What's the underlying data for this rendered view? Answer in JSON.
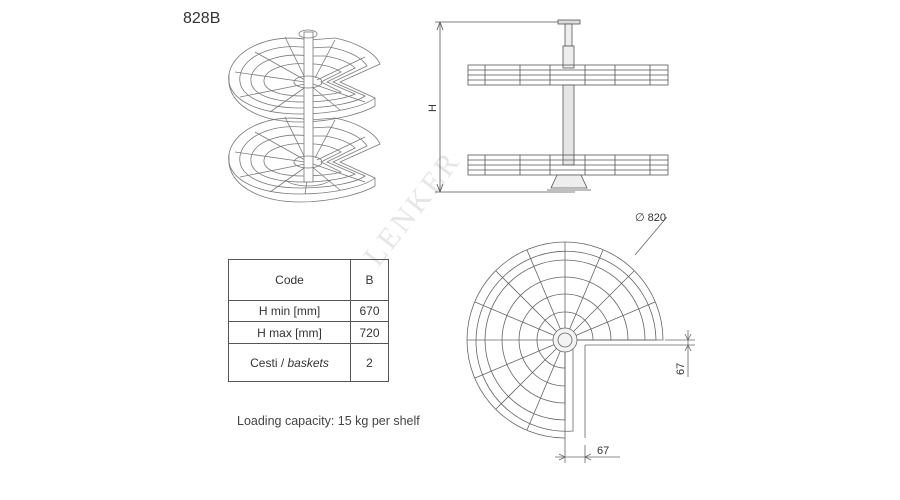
{
  "model_code": "828B",
  "watermark": "LENKER",
  "side_view": {
    "height_label": "H"
  },
  "top_view": {
    "diameter_label": "∅ 820",
    "bottom_gap_label": "67",
    "right_gap_label": "67"
  },
  "spec_table": {
    "header": {
      "label": "Code",
      "value": "B"
    },
    "h_min": {
      "label": "H min [mm]",
      "value": "670"
    },
    "h_max": {
      "label": "H max [mm]",
      "value": "720"
    },
    "baskets": {
      "label_it": "Cesti",
      "separator": " / ",
      "label_en": "baskets",
      "value": "2"
    }
  },
  "capacity_note": "Loading capacity: 15 kg per shelf"
}
